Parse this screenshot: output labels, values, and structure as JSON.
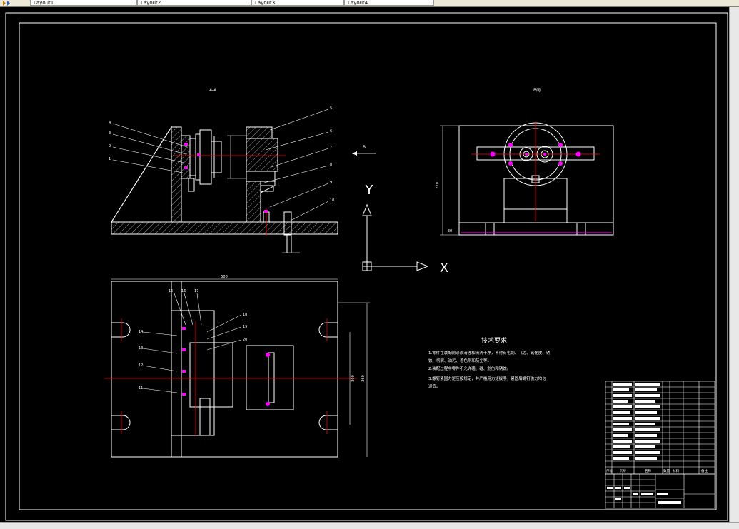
{
  "tabs": [
    {
      "label": "Layout1"
    },
    {
      "label": "Layout2"
    },
    {
      "label": "Layout3"
    },
    {
      "label": "Layout4"
    }
  ],
  "views": {
    "section_label": "A-A",
    "side_view_label": "B向",
    "arrow_letter": "B"
  },
  "ucs": {
    "x": "X",
    "y": "Y"
  },
  "balloons": [
    "1",
    "2",
    "3",
    "4",
    "5",
    "6",
    "7",
    "8",
    "9",
    "10",
    "11",
    "12",
    "13",
    "14",
    "15",
    "16",
    "17",
    "18",
    "19",
    "20"
  ],
  "dims": {
    "overall_width": "500",
    "height_right": "270",
    "base_thk": "30",
    "depth_a": "300",
    "depth_b": "360"
  },
  "tech": {
    "title": "技术要求",
    "lines": [
      "1.零件在装配前必须清理和清洗干净，不得有毛刺、飞边、氧化皮、锈",
      "蚀、切屑、油污、着色剂和灰尘等。",
      "2.装配过程中零件不允许磕、碰、划伤和锈蚀。",
      "3.螺钉紧固力矩应按规定，并严格用力矩扳手，紧固后螺钉施力均匀",
      "适宜。"
    ]
  },
  "title_block": {
    "col_headers": [
      "序号",
      "代号",
      "名称",
      "数量",
      "材料",
      "备注"
    ]
  },
  "colors": {
    "background": "#000000",
    "line": "#ffffff",
    "centerline": "#ff0000",
    "highlight": "#ff00ff"
  }
}
